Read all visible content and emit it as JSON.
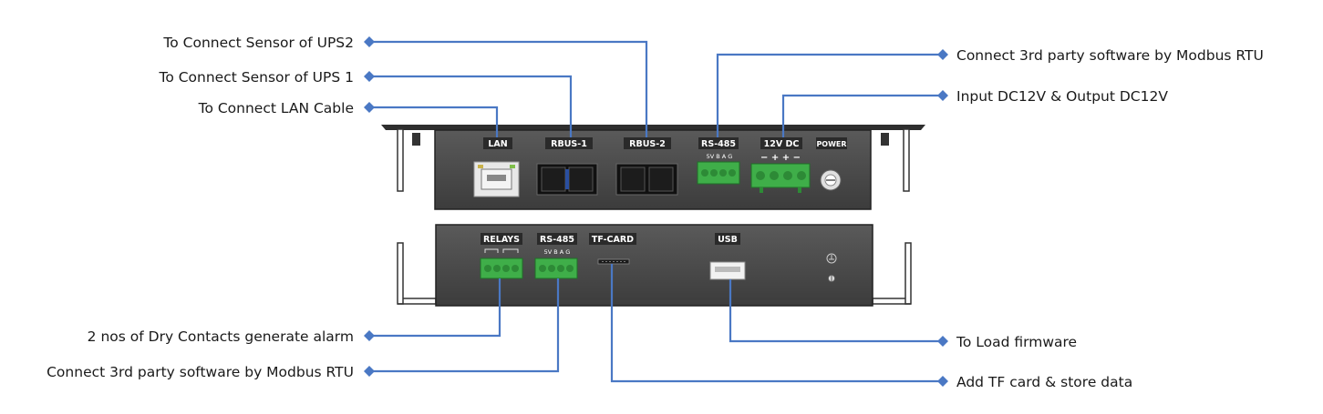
{
  "callouts": {
    "ups2_sensor": "To Connect Sensor of UPS2",
    "ups1_sensor": "To Connect Sensor of UPS 1",
    "lan_cable": "To Connect LAN Cable",
    "modbus_top": "Connect 3rd party software by Modbus RTU",
    "power_io": "Input DC12V & Output DC12V",
    "dry_contacts": "2 nos of Dry Contacts generate alarm",
    "modbus_bottom": "Connect 3rd party software by Modbus RTU",
    "firmware": "To Load firmware",
    "tf_store": "Add TF card & store data"
  },
  "panel_top": {
    "lan": "LAN",
    "rbus1": "RBUS-1",
    "rbus2": "RBUS-2",
    "rs485": "RS-485",
    "dc12v": "12V DC",
    "power": "POWER",
    "rs485_pins": "5V  B  A  G",
    "dc_signs": "−  +  +  −"
  },
  "panel_bottom": {
    "relays": "RELAYS",
    "rs485": "RS-485",
    "tfcard": "TF-CARD",
    "usb": "USB",
    "rs485_pins": "5V  B  A  G"
  },
  "colors": {
    "leader": "#4a78c4",
    "panel": "#4a4a4a",
    "terminal_green": "#3fae49"
  }
}
